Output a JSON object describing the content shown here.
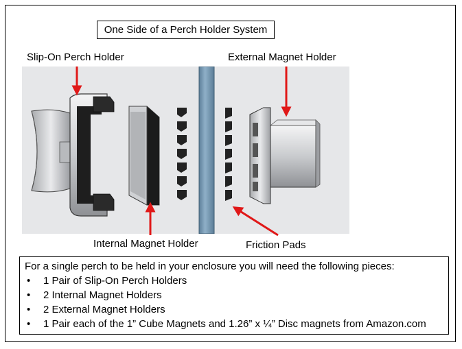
{
  "title": "One Side of a Perch Holder System",
  "labels": {
    "slip_on": "Slip-On Perch Holder",
    "external": "External Magnet Holder",
    "internal": "Internal Magnet Holder",
    "friction": "Friction Pads"
  },
  "info": {
    "intro": "For a single perch to be held in your enclosure you will need the following pieces:",
    "bullet_char": "•",
    "items": [
      "1 Pair of Slip-On Perch Holders",
      "2 Internal Magnet Holders",
      "2 External Magnet Holders",
      "1 Pair each of the 1” Cube Magnets and 1.26” x ¼” Disc magnets from Amazon.com"
    ]
  },
  "colors": {
    "arrow": "#e01818",
    "render_bg": "#e6e7e9",
    "glass": "#7a9ab3"
  }
}
